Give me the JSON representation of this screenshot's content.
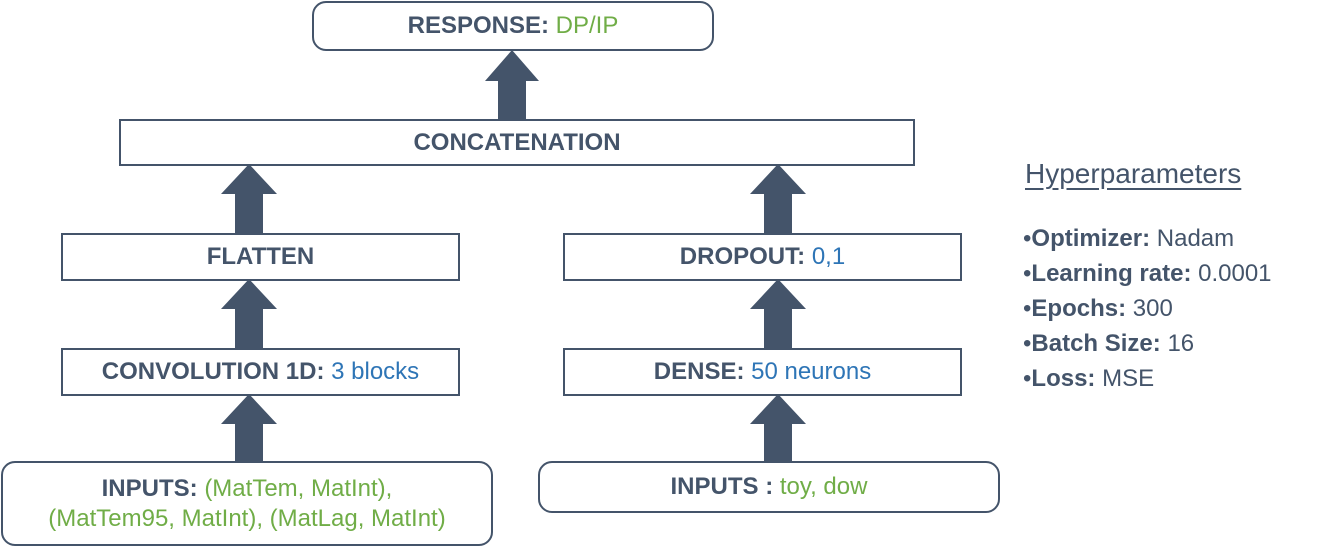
{
  "response": {
    "label": "RESPONSE:",
    "value": "DP/IP"
  },
  "concatenation": {
    "label": "CONCATENATION"
  },
  "flatten": {
    "label": "FLATTEN"
  },
  "dropout": {
    "label": "DROPOUT:",
    "value": "0,1"
  },
  "convolution": {
    "label": "CONVOLUTION 1D:",
    "value": "3 blocks"
  },
  "dense": {
    "label": "DENSE:",
    "value": "50 neurons"
  },
  "inputs_left": {
    "label": "INPUTS:",
    "line1": "(MatTem, MatInt),",
    "line2": "(MatTem95, MatInt), (MatLag, MatInt)"
  },
  "inputs_right": {
    "label": "INPUTS :",
    "value": "toy, dow"
  },
  "hyperparameters": {
    "title": "Hyperparameters",
    "bullet": "•",
    "items": [
      {
        "key": "Optimizer:",
        "value": "Nadam"
      },
      {
        "key": "Learning rate:",
        "value": "0.0001"
      },
      {
        "key": "Epochs:",
        "value": "300"
      },
      {
        "key": "Batch Size:",
        "value": "16"
      },
      {
        "key": "Loss:",
        "value": "MSE"
      }
    ]
  },
  "colors": {
    "box_border": "#44546a",
    "arrow": "#44546a",
    "text": "#44546a",
    "value_green": "#70ad47",
    "value_blue": "#2e75b6"
  }
}
